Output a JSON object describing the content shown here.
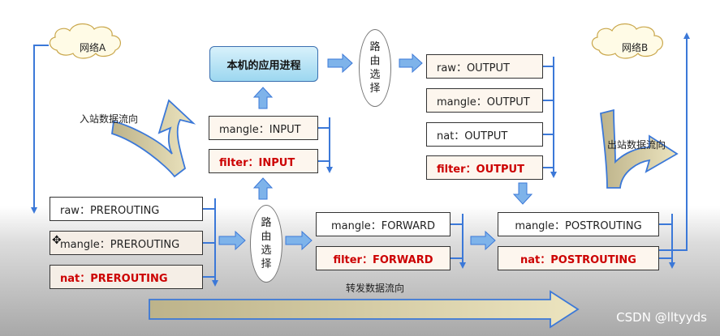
{
  "networks": {
    "a": "网络A",
    "b": "网络B"
  },
  "process": "本机的应用进程",
  "router_chars": [
    "路",
    "由",
    "选",
    "择"
  ],
  "prerouting": {
    "raw": "raw：PREROUTING",
    "mangle": "mangle：PREROUTING",
    "nat": "nat：PREROUTING"
  },
  "input": {
    "mangle": "mangle：INPUT",
    "filter": "filter：INPUT"
  },
  "forward": {
    "mangle": "mangle：FORWARD",
    "filter": "filter：FORWARD"
  },
  "output": {
    "raw": "raw：OUTPUT",
    "mangle": "mangle：OUTPUT",
    "nat": "nat：OUTPUT",
    "filter": "filter：OUTPUT"
  },
  "postrouting": {
    "mangle": "mangle：POSTROUTING",
    "nat": "nat：POSTROUTING"
  },
  "flows": {
    "inbound": "入站数据流向",
    "outbound": "出站数据流向",
    "forward": "转发数据流向"
  },
  "watermark": "CSDN @lltyyds",
  "colors": {
    "wire": "#3b78d8",
    "bold_text": "#cc0000",
    "process_fill": "#9cd7f0",
    "flow_fill": "#e2d7a8"
  }
}
